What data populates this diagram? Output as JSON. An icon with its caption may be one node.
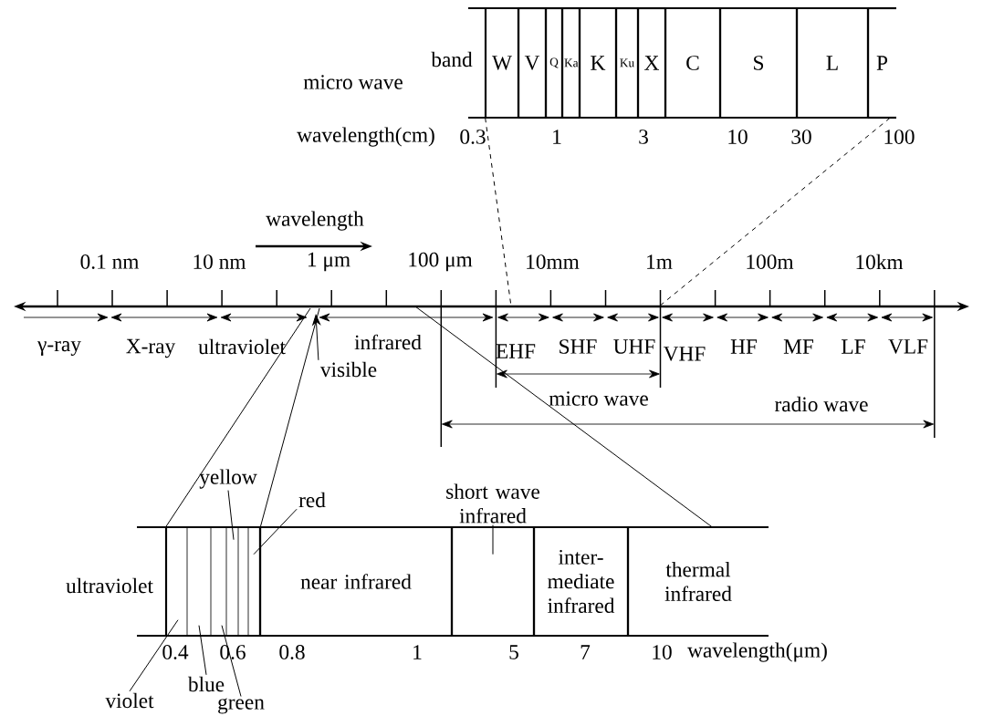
{
  "diagram": {
    "nodes": [
      {
        "text": [
          "W"
        ]
      },
      {
        "text": [
          "V"
        ]
      },
      {
        "text": [
          "Q"
        ]
      },
      {
        "text": [
          "Ka"
        ]
      },
      {
        "text": [
          "K"
        ]
      },
      {
        "text": [
          "Ku"
        ]
      },
      {
        "text": [
          "X"
        ]
      },
      {
        "text": [
          "C"
        ]
      },
      {
        "text": [
          "S"
        ]
      },
      {
        "text": [
          "L"
        ]
      },
      {
        "text": [
          "P"
        ]
      },
      {
        "text": [],
        "shape": "box"
      },
      {
        "text": [
          "near infrared"
        ]
      },
      {
        "text": [],
        "shape": "box"
      },
      {
        "text": [
          "inter- mediate infrared"
        ]
      },
      {
        "text": [
          "thermal infrared"
        ]
      },
      {
        "text": [
          "short wave infrared"
        ]
      },
      {
        "text": [
          "visible"
        ]
      },
      {
        "text": [
          "yellow"
        ]
      },
      {
        "text": [
          "red"
        ]
      },
      {
        "text": [
          "violet"
        ]
      },
      {
        "text": [
          "blue"
        ]
      },
      {
        "text": [
          "green"
        ]
      }
    ],
    "edges": [
      {
        "from": 16,
        "to": 13,
        "arrow": "none"
      },
      {
        "from": 17,
        "to": null,
        "arrow": "to"
      },
      {
        "from": 18,
        "to": 11,
        "arrow": "none"
      },
      {
        "from": 19,
        "to": 11,
        "arrow": "none"
      },
      {
        "from": 20,
        "to": 11,
        "arrow": "none"
      },
      {
        "from": 21,
        "to": 11,
        "arrow": "none"
      },
      {
        "from": 22,
        "to": 11,
        "arrow": "none"
      },
      {
        "from": 0,
        "to": null,
        "arrow": "none",
        "style": "dashed"
      },
      {
        "from": 10,
        "to": null,
        "arrow": "none",
        "style": "dashed"
      },
      {
        "from": null,
        "to": 11,
        "arrow": "none"
      },
      {
        "from": null,
        "to": 11,
        "arrow": "none"
      },
      {
        "from": null,
        "to": 15,
        "arrow": "none"
      }
    ],
    "labels": [
      "micro wave",
      "band",
      "wavelength(cm)",
      "0.3",
      "1",
      "3",
      "10",
      "30",
      "100",
      "wavelength",
      "0.1 nm",
      "10 nm",
      "1 μm",
      "100 μm",
      "10mm",
      "1m",
      "100m",
      "10km",
      "γ-ray",
      "X-ray",
      "ultraviolet",
      "infrared",
      "EHF",
      "SHF",
      "UHF",
      "VHF",
      "HF",
      "MF",
      "LF",
      "VLF",
      "micro wave",
      "radio wave",
      "ultraviolet",
      "0.4",
      "0.6",
      "0.8",
      "1",
      "5",
      "7",
      "10",
      "wavelength(μm)"
    ]
  }
}
